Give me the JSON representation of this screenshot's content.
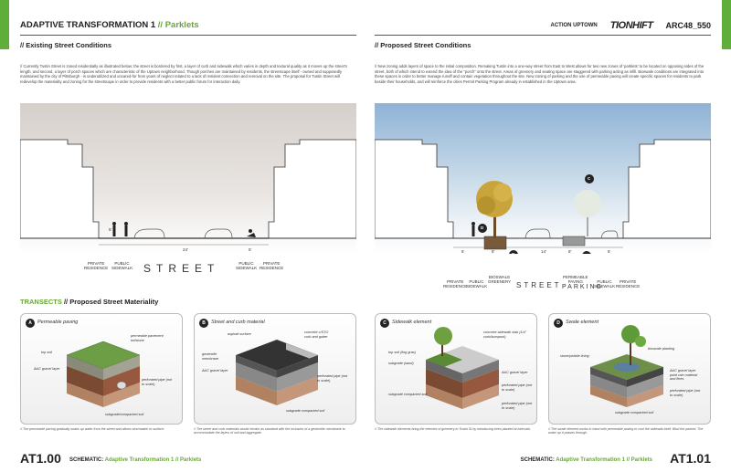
{
  "header": {
    "title_main": "ADAPTIVE TRANSFORMATION 1",
    "title_accent": "// Parklets",
    "org_small": "ACTION UPTOWN",
    "logo_text": "TIONHIFT",
    "project_code": "ARC48_550"
  },
  "left": {
    "section_title": "// Existing Street Conditions",
    "paragraph": "// Currently Tustin Street is zoned residentially as illustrated below; the street is bordered by first, a layer of curb and sidewalk which varies in depth and textural quality as it moves up the street's length, and second, a layer of porch spaces which are characteristic of the Uptown neighborhood. Though porches are maintained by residents, the streetscape itself - owned and supposedly maintained by the city of Pittsburgh - is underutilized and uncared-for from years of neglect related to a lack of resident connection and removal on the site. The proposal for Tustin Street will redevelop the materiality and zoning for the streetscape in order to provide residents with a better public forum for interaction daily.",
    "dims": {
      "d1": "5'",
      "d2": "24'",
      "d3": "5'"
    },
    "labels": {
      "private_l": "PRIVATE",
      "residence_l": "RESIDENCE",
      "public_l": "PUBLIC",
      "sidewalk_l": "SIDEWALK",
      "street": "STREET",
      "public_r": "PUBLIC",
      "sidewalk_r": "SIDEWALK",
      "private_r": "PRIVATE",
      "residence_r": "RESIDENCE"
    }
  },
  "right": {
    "section_title": "// Proposed Street Conditions",
    "paragraph": "// New zoning adds layers of space to the initial composition. Remaking Tustin into a one-way street from East to West allows for two new zones of 'parklets' to be located on opposing sides of the street, both of which intend to extend the idea of the \"porch\" onto the street. Areas of greenery and seating space are staggered with parking acting as infill. Bioswale conditions are integrated into these spaces in order to better manage runoff and contain vegetation throughout the site. New zoning of parking and the use of permeable paving will create specific spaces for residents to park beside their households, and will reinforce the cities Permit Parking Program already in established in the Uptown area.",
    "dims": {
      "d1": "5'",
      "d2": "8'",
      "d3": "14'",
      "d4": "8'",
      "d5": "5'"
    },
    "markers": [
      "A",
      "B",
      "C",
      "D"
    ],
    "labels": {
      "private_l": "PRIVATE",
      "residence_l": "RESIDENCE",
      "public_l": "PUBLIC",
      "sidewalk_l": "SIDEWALK",
      "bioswale": "BIOSWALE",
      "greenery": "GREENERY",
      "street": "STREET",
      "parking": "PARKING",
      "permeable": "PERMEABLE",
      "paving": "PAVING",
      "public_r": "PUBLIC",
      "sidewalk_r": "SIDEWALK",
      "private_r": "PRIVATE",
      "residence_r": "RESIDENCE"
    }
  },
  "transects": {
    "title_a": "TRANSECTS",
    "title_b": "// Proposed Street Materiality"
  },
  "cards": [
    {
      "badge": "A",
      "title": "Permeable paving",
      "labels": [
        "permeable pavement\nturfstone",
        "top soil",
        "A&C gravel layer",
        "perforated pipe (not\nto scale)",
        "subgrade/compacted soil"
      ],
      "caption": "// The permeable paving gradually soaks up water from the street and allows stormwater to surface."
    },
    {
      "badge": "B",
      "title": "Street and curb material",
      "labels": [
        "asphalt surface",
        "concrete c/STO\ncurb and gutter",
        "geotextile\nmembrane",
        "A&C gravel layer",
        "perforated pipe (not\nto scale)",
        "subgrade compacted soil"
      ],
      "caption": "// The street and curb materials would remain as standard with the inclusion of a geotextile membrane to accommodate the layers of soil and aggregate."
    },
    {
      "badge": "C",
      "title": "Sidewalk element",
      "labels": [
        "concrete sidewalk slab (1/4\" curb/bumpout)",
        "top soil (ling gras)",
        "subgrade (sand)",
        "A&C gravel layer",
        "perforated pipe (not\nto scale)",
        "subgrade compacted soil",
        "perforated pipe (not\nto scale)"
      ],
      "caption": "// The sidewalk elements bring the element of greenery to Tustin St by introducing trees planted at intervals."
    },
    {
      "badge": "D",
      "title": "Swale element",
      "labels": [
        "bioswale planting",
        "stone/pebble lining",
        "A&C gravel layer\npoint rain material\nand fines",
        "perforated pipe (not\nto scale)",
        "subgrade compacted soil"
      ],
      "caption": "// The swale element works in hand with permeable paving to cool the sidewalk itself. Bind the parked. The water up it passes through."
    }
  ],
  "footer": {
    "left_code": "AT1.00",
    "left_sub_a": "SCHEMATIC:",
    "left_sub_b": "Adaptive Transformation 1 // Parklets",
    "right_sub_a": "SCHEMATIC:",
    "right_sub_b": "Adaptive Transformation 1 // Parklets",
    "right_code": "AT1.01"
  },
  "colors": {
    "accent": "#6aa53b",
    "tab": "#5fae3a"
  }
}
